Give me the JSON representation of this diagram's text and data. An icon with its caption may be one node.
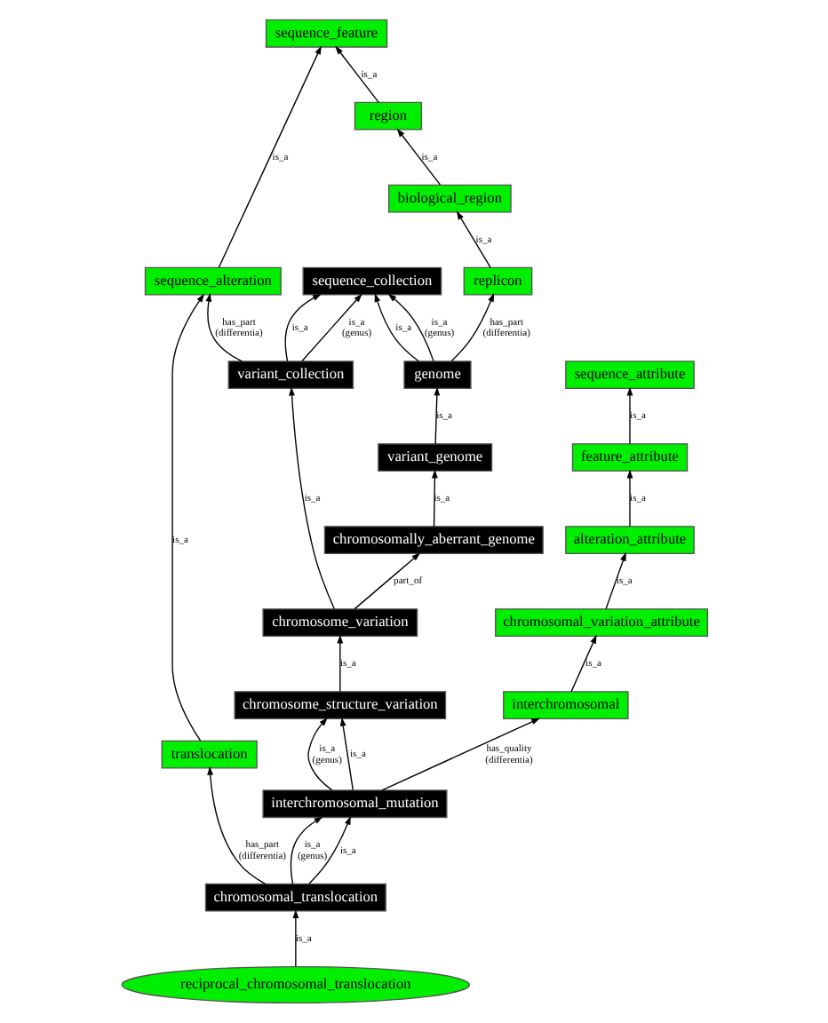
{
  "diagram": {
    "nodes": [
      {
        "text": [
          "sequence_feature"
        ]
      },
      {
        "text": [
          "region"
        ]
      },
      {
        "text": [
          "biological_region"
        ]
      },
      {
        "text": [
          "replicon"
        ]
      },
      {
        "text": [
          "sequence_collection"
        ]
      },
      {
        "text": [
          "sequence_alteration"
        ]
      },
      {
        "text": [
          "genome"
        ]
      },
      {
        "text": [
          "variant_collection"
        ]
      },
      {
        "text": [
          "sequence_attribute"
        ]
      },
      {
        "text": [
          "translocation"
        ]
      },
      {
        "text": [
          "variant_genome"
        ]
      },
      {
        "text": [
          "feature_attribute"
        ]
      },
      {
        "text": [
          "chromosomally_aberrant_genome"
        ]
      },
      {
        "text": [
          "alteration_attribute"
        ]
      },
      {
        "text": [
          "chromosome_variation"
        ]
      },
      {
        "text": [
          "chromosomal_variation_attribute"
        ]
      },
      {
        "text": [
          "chromosome_structure_variation"
        ]
      },
      {
        "text": [
          "interchromosomal"
        ]
      },
      {
        "text": [
          "interchromosomal_mutation"
        ]
      },
      {
        "text": [
          "chromosomal_translocation"
        ]
      },
      {
        "text": [
          "reciprocal_chromosomal_translocation"
        ]
      }
    ],
    "edges": [
      {
        "from": 1,
        "to": 0,
        "arrow": "to",
        "label": "is_a"
      },
      {
        "from": 5,
        "to": 0,
        "arrow": "to",
        "label": "is_a"
      },
      {
        "from": 2,
        "to": 1,
        "arrow": "to",
        "label": "is_a"
      },
      {
        "from": 3,
        "to": 2,
        "arrow": "to",
        "label": "is_a"
      },
      {
        "from": 6,
        "to": 3,
        "arrow": "to",
        "label": "has_part (differentia)"
      },
      {
        "from": 6,
        "to": 4,
        "arrow": "to",
        "label": "is_a"
      },
      {
        "from": 6,
        "to": 4,
        "arrow": "to",
        "label": "is_a (genus)"
      },
      {
        "from": 7,
        "to": 4,
        "arrow": "to",
        "label": "is_a"
      },
      {
        "from": 7,
        "to": 4,
        "arrow": "to",
        "label": "is_a (genus)"
      },
      {
        "from": 7,
        "to": 5,
        "arrow": "to",
        "label": "has_part (differentia)"
      },
      {
        "from": 9,
        "to": 5,
        "arrow": "to",
        "label": "is_a"
      },
      {
        "from": 10,
        "to": 6,
        "arrow": "to",
        "label": "is_a"
      },
      {
        "from": 11,
        "to": 8,
        "arrow": "to",
        "label": "is_a"
      },
      {
        "from": 12,
        "to": 10,
        "arrow": "to",
        "label": "is_a"
      },
      {
        "from": 14,
        "to": 12,
        "arrow": "to",
        "label": "part_of"
      },
      {
        "from": 14,
        "to": 7,
        "arrow": "to",
        "label": "is_a"
      },
      {
        "from": 13,
        "to": 11,
        "arrow": "to",
        "label": "is_a"
      },
      {
        "from": 15,
        "to": 13,
        "arrow": "to",
        "label": "is_a"
      },
      {
        "from": 16,
        "to": 14,
        "arrow": "to",
        "label": "is_a"
      },
      {
        "from": 17,
        "to": 15,
        "arrow": "to",
        "label": "is_a"
      },
      {
        "from": 18,
        "to": 16,
        "arrow": "to",
        "label": "is_a (genus)"
      },
      {
        "from": 18,
        "to": 16,
        "arrow": "to",
        "label": "is_a"
      },
      {
        "from": 18,
        "to": 17,
        "arrow": "to",
        "label": "has_quality (differentia)"
      },
      {
        "from": 19,
        "to": 18,
        "arrow": "to",
        "label": "is_a (genus)"
      },
      {
        "from": 19,
        "to": 18,
        "arrow": "to",
        "label": "is_a"
      },
      {
        "from": 19,
        "to": 9,
        "arrow": "to",
        "label": "has_part (differentia)"
      },
      {
        "from": 20,
        "to": 19,
        "arrow": "to",
        "label": "is_a"
      }
    ]
  }
}
